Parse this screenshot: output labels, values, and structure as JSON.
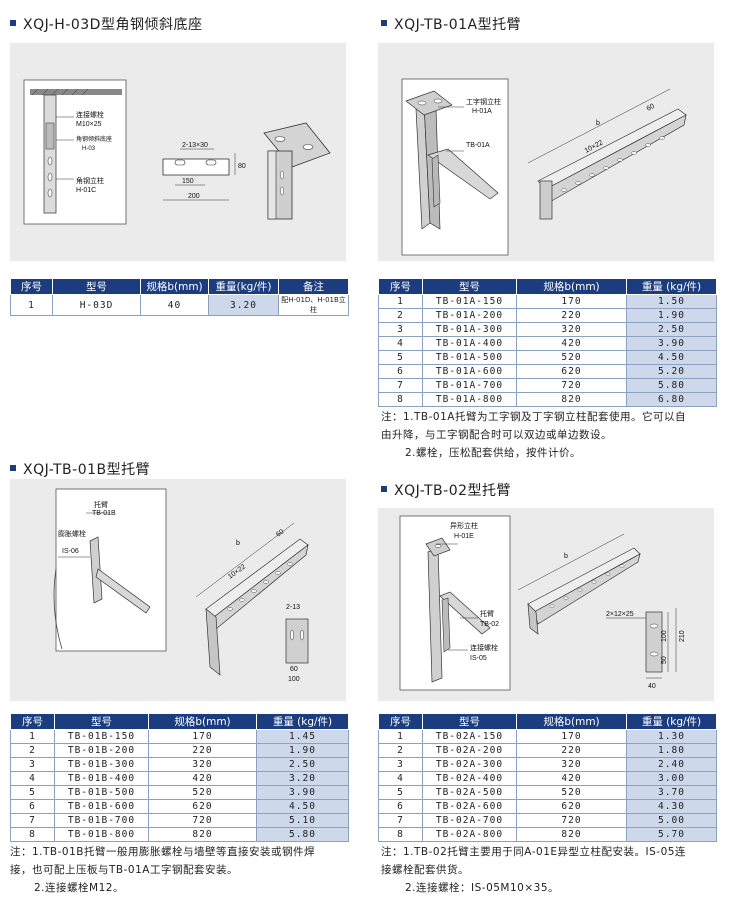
{
  "colors": {
    "header_bg": "#1b3d80",
    "weight_cell_bg": "#cdd8ea",
    "figure_bg": "#ebebeb"
  },
  "section1": {
    "title": "XQJ-H-03D型角钢倾斜底座",
    "figure_labels": {
      "bolt": "连接螺栓",
      "bolt_spec": "M10×25",
      "base": "角钢倾斜底座",
      "base_code": "H-03",
      "column": "角钢立柱",
      "column_code": "H-01C",
      "holes": "2-13×30",
      "dim_80": "80",
      "dim_150": "150",
      "dim_200": "200"
    },
    "table": {
      "headers": [
        "序号",
        "型号",
        "规格b(mm)",
        "重量(kg/件)",
        "备注"
      ],
      "rows": [
        [
          "1",
          "H-03D",
          "40",
          "3.20",
          "配H-01D、H-01B立柱"
        ]
      ]
    }
  },
  "section2": {
    "title": "XQJ-TB-01A型托臂",
    "figure_labels": {
      "column": "工字钢立柱",
      "column_code": "H-01A",
      "arm_code": "TB-01A",
      "b": "b",
      "slot": "10×22",
      "dim_60": "60"
    },
    "table": {
      "headers": [
        "序号",
        "型号",
        "规格b(mm)",
        "重量 (kg/件)"
      ],
      "rows": [
        [
          "1",
          "TB-01A-150",
          "170",
          "1.50"
        ],
        [
          "2",
          "TB-01A-200",
          "220",
          "1.90"
        ],
        [
          "3",
          "TB-01A-300",
          "320",
          "2.50"
        ],
        [
          "4",
          "TB-01A-400",
          "420",
          "3.90"
        ],
        [
          "5",
          "TB-01A-500",
          "520",
          "4.50"
        ],
        [
          "6",
          "TB-01A-600",
          "620",
          "5.20"
        ],
        [
          "7",
          "TB-01A-700",
          "720",
          "5.80"
        ],
        [
          "8",
          "TB-01A-800",
          "820",
          "6.80"
        ]
      ]
    },
    "notes": [
      "注：1.TB-01A托臂为工字钢及丁字钢立柱配套使用。它可以自",
      "由升降，与工字钢配合时可以双边或单边数设。",
      "2.螺栓，压松配套供给，按件计价。"
    ]
  },
  "section3": {
    "title": "XQJ-TB-01B型托臂",
    "figure_labels": {
      "arm": "托臂",
      "arm_code": "TB-01B",
      "bolt": "膨胀螺栓",
      "bolt_code": "IS-06",
      "b": "b",
      "slot": "10×22",
      "dim_60": "60",
      "holes": "2-13",
      "dim_60b": "60",
      "dim_100": "100"
    },
    "table": {
      "headers": [
        "序号",
        "型号",
        "规格b(mm)",
        "重量 (kg/件)"
      ],
      "rows": [
        [
          "1",
          "TB-01B-150",
          "170",
          "1.45"
        ],
        [
          "2",
          "TB-01B-200",
          "220",
          "1.90"
        ],
        [
          "3",
          "TB-01B-300",
          "320",
          "2.50"
        ],
        [
          "4",
          "TB-01B-400",
          "420",
          "3.20"
        ],
        [
          "5",
          "TB-01B-500",
          "520",
          "3.90"
        ],
        [
          "6",
          "TB-01B-600",
          "620",
          "4.50"
        ],
        [
          "7",
          "TB-01B-700",
          "720",
          "5.10"
        ],
        [
          "8",
          "TB-01B-800",
          "820",
          "5.80"
        ]
      ]
    },
    "notes": [
      "注：1.TB-01B托臂一般用膨胀螺栓与墙壁等直接安装或钢件焊",
      "接，也可配上压板与TB-01A工字钢配套安装。",
      "2.连接螺栓M12。"
    ]
  },
  "section4": {
    "title": "XQJ-TB-02型托臂",
    "figure_labels": {
      "column": "异形立柱",
      "column_code": "H-01E",
      "arm": "托臂",
      "arm_code": "TB-02",
      "bolt": "连接螺栓",
      "bolt_code": "IS-05",
      "b": "b",
      "holes": "2×12×25",
      "dim_100": "100",
      "dim_50": "50",
      "dim_210": "210",
      "dim_40": "40"
    },
    "table": {
      "headers": [
        "序号",
        "型号",
        "规格b(mm)",
        "重量 (kg/件)"
      ],
      "rows": [
        [
          "1",
          "TB-02A-150",
          "170",
          "1.30"
        ],
        [
          "2",
          "TB-02A-200",
          "220",
          "1.80"
        ],
        [
          "3",
          "TB-02A-300",
          "320",
          "2.40"
        ],
        [
          "4",
          "TB-02A-400",
          "420",
          "3.00"
        ],
        [
          "5",
          "TB-02A-500",
          "520",
          "3.70"
        ],
        [
          "6",
          "TB-02A-600",
          "620",
          "4.30"
        ],
        [
          "7",
          "TB-02A-700",
          "720",
          "5.00"
        ],
        [
          "8",
          "TB-02A-800",
          "820",
          "5.70"
        ]
      ]
    },
    "notes": [
      "注：1.TB-02托臂主要用于同A-01E异型立柱配安装。IS-05连",
      "接螺栓配套供货。",
      "2.连接螺栓：IS-05M10×35。"
    ]
  }
}
